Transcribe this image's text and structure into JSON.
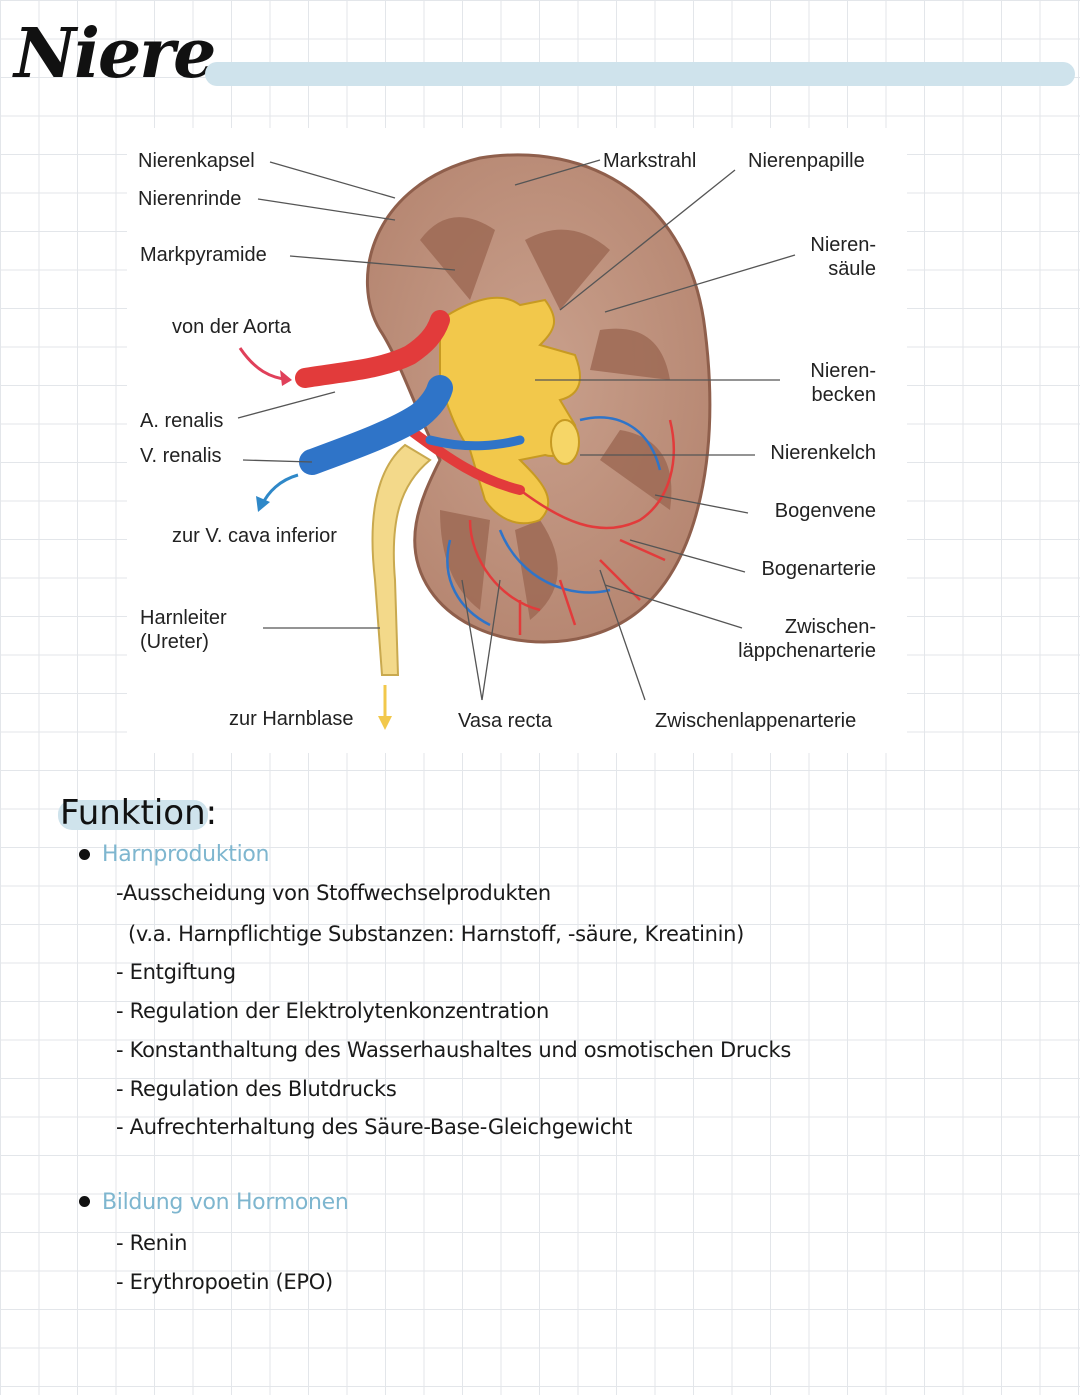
{
  "title": "Niere",
  "diagram": {
    "labels": {
      "nierenkapsel": "Nierenkapsel",
      "nierenrinde": "Nierenrinde",
      "markpyramide": "Markpyramide",
      "von_der_aorta": "von der Aorta",
      "a_renalis": "A. renalis",
      "v_renalis": "V. renalis",
      "zur_v_cava": "zur V. cava inferior",
      "harnleiter": "Harnleiter",
      "ureter": "(Ureter)",
      "zur_harnblase": "zur Harnblase",
      "vasa_recta": "Vasa recta",
      "zwischenlappenarterie": "Zwischenlappenarterie",
      "markstrahl": "Markstrahl",
      "nierenpapille": "Nierenpapille",
      "nierensaeule_1": "Nieren-",
      "nierensaeule_2": "säule",
      "nierenbecken_1": "Nieren-",
      "nierenbecken_2": "becken",
      "nierenkelch": "Nierenkelch",
      "bogenvene": "Bogenvene",
      "bogenarterie": "Bogenarterie",
      "zwischenlaeppchen_1": "Zwischen-",
      "zwischenlaeppchen_2": "läppchenarterie"
    },
    "colors": {
      "cortex": "#c49a86",
      "medulla": "#a9735e",
      "pelvis": "#f2c84b",
      "ureter": "#f3d98a",
      "artery": "#e23b3b",
      "vein": "#2f74c8"
    }
  },
  "notes": {
    "heading": "Funktion:",
    "sections": [
      {
        "title": "Harnproduktion",
        "items": [
          "-Ausscheidung von Stoffwechselprodukten",
          "(v.a. Harnpflichtige Substanzen: Harnstoff, -säure, Kreatinin)",
          "- Entgiftung",
          "- Regulation der Elektrolytenkonzentration",
          "- Konstanthaltung des Wasserhaushaltes und osmotischen Drucks",
          "- Regulation des Blutdrucks",
          "- Aufrechterhaltung des Säure-Base-Gleichgewicht"
        ]
      },
      {
        "title": "Bildung von Hormonen",
        "items": [
          "- Renin",
          "- Erythropoetin (EPO)"
        ]
      }
    ]
  }
}
